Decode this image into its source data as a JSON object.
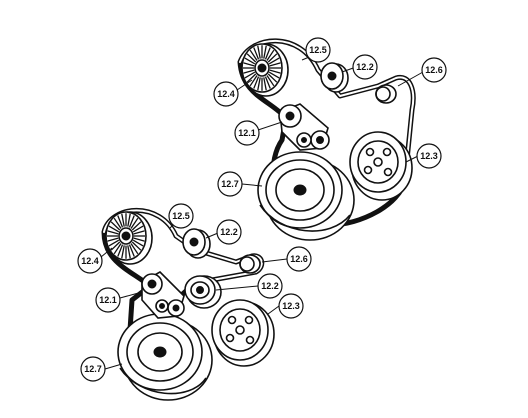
{
  "callouts": {
    "upper": {
      "c124": "12.4",
      "c125": "12.5",
      "c122": "12.2",
      "c126": "12.6",
      "c121": "12.1",
      "c123": "12.3",
      "c127": "12.7"
    },
    "lower": {
      "c124": "12.4",
      "c125": "12.5",
      "c122a": "12.2",
      "c126": "12.6",
      "c122b": "12.2",
      "c121": "12.1",
      "c123": "12.3",
      "c127": "12.7"
    }
  }
}
